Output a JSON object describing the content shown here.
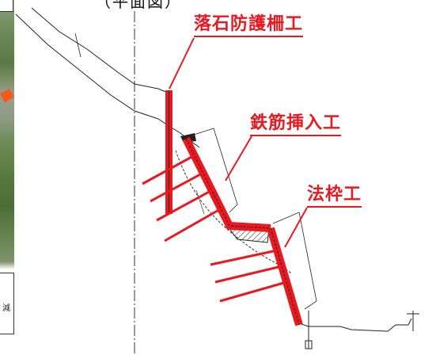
{
  "figure": {
    "top_cut_text": "（平面図）",
    "aerial_corner_text": "減"
  },
  "labels": {
    "rockfall_fence": "落石防護柵工",
    "rebar_insertion": "鉄筋挿入工",
    "slope_frame": "法枠工"
  },
  "colors": {
    "accent_red": "#e8191f",
    "line_black": "#222222",
    "arrow_orange": "#f25a1e"
  }
}
